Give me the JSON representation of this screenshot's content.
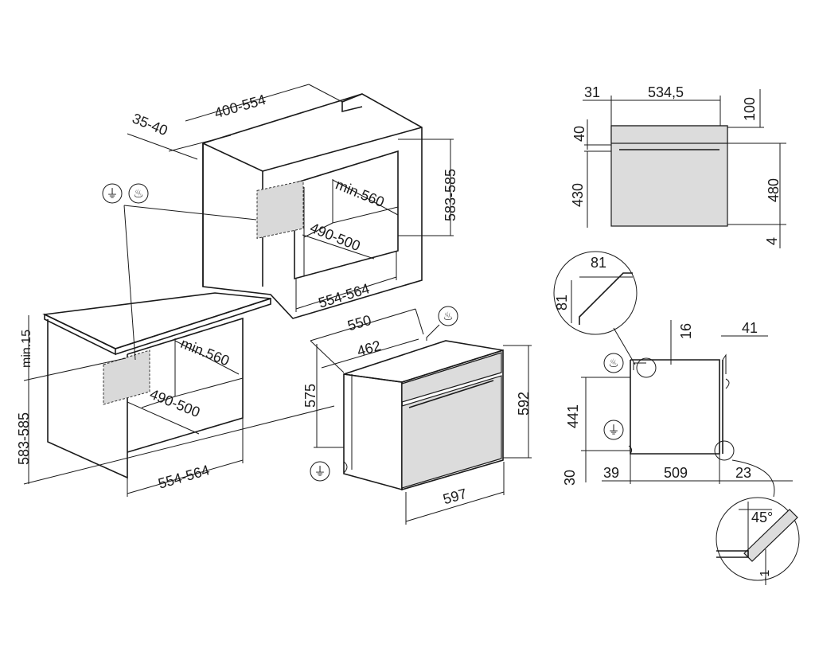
{
  "labels": {
    "top_400_554": "400-554",
    "top_35_40": "35-40",
    "upper_583_585": "583-585",
    "upper_min560": "min.560",
    "upper_490_500": "490-500",
    "upper_554_564": "554-564",
    "lower_min15": "min.15",
    "lower_583_585": "583-585",
    "lower_min560": "min.560",
    "lower_490_500": "490-500",
    "lower_554_564": "554-564",
    "oven_550": "550",
    "oven_462": "462",
    "oven_575": "575",
    "oven_592": "592",
    "oven_597": "597",
    "tr_31": "31",
    "tr_534_5": "534,5",
    "tr_100": "100",
    "tr_40": "40",
    "tr_430": "430",
    "tr_480": "480",
    "tr_4": "4",
    "side_81a": "81",
    "side_81b": "81",
    "side_16": "16",
    "side_41": "41",
    "side_441": "441",
    "side_30": "30",
    "side_39": "39",
    "side_509": "509",
    "side_23": "23",
    "detail_45": "45°",
    "detail_neg1": "-1"
  },
  "icons": [
    "plug-icon",
    "flame-icon"
  ]
}
